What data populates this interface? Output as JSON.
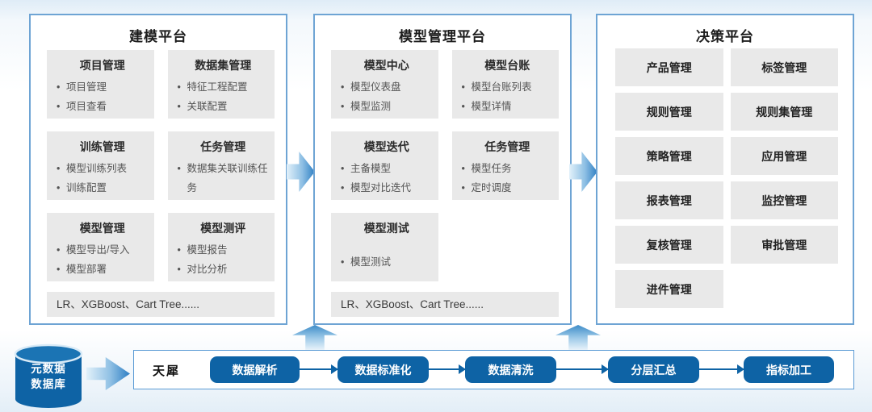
{
  "panels": [
    {
      "title": "建模平台",
      "cards": [
        {
          "title": "项目管理",
          "items": [
            "项目管理",
            "项目查看"
          ]
        },
        {
          "title": "数据集管理",
          "items": [
            "特征工程配置",
            "关联配置"
          ]
        },
        {
          "title": "训练管理",
          "items": [
            "模型训练列表",
            "训练配置"
          ]
        },
        {
          "title": "任务管理",
          "items": [
            "数据集关联训练任务"
          ]
        },
        {
          "title": "模型管理",
          "items": [
            "模型导出/导入",
            "模型部署"
          ]
        },
        {
          "title": "模型测评",
          "items": [
            "模型报告",
            "对比分析"
          ]
        }
      ],
      "footer": "LR、XGBoost、Cart Tree......"
    },
    {
      "title": "模型管理平台",
      "cards": [
        {
          "title": "模型中心",
          "items": [
            "模型仪表盘",
            "模型监测"
          ]
        },
        {
          "title": "模型台账",
          "items": [
            "模型台账列表",
            "模型详情"
          ]
        },
        {
          "title": "模型迭代",
          "items": [
            "主备模型",
            "模型对比迭代"
          ]
        },
        {
          "title": "任务管理",
          "items": [
            "模型任务",
            "定时调度"
          ]
        },
        {
          "title": "模型测试",
          "items": [
            "模型测试"
          ]
        }
      ],
      "footer": "LR、XGBoost、Cart Tree......"
    },
    {
      "title": "决策平台",
      "items": [
        "产品管理",
        "标签管理",
        "规则管理",
        "规则集管理",
        "策略管理",
        "应用管理",
        "报表管理",
        "监控管理",
        "复核管理",
        "审批管理",
        "进件管理"
      ]
    }
  ],
  "datasource": {
    "line1": "元数据",
    "line2": "数据库"
  },
  "pipeline": {
    "label": "天犀",
    "steps": [
      "数据解析",
      "数据标准化",
      "数据清洗",
      "分层汇总",
      "指标加工"
    ]
  },
  "colors": {
    "accent_blue": "#0E63A5",
    "panel_border": "#6EA4D4",
    "card_bg": "#E9E9E9",
    "arrow_gradient_light": "#E2F1FA",
    "arrow_gradient_dark": "#2E7FC4"
  }
}
